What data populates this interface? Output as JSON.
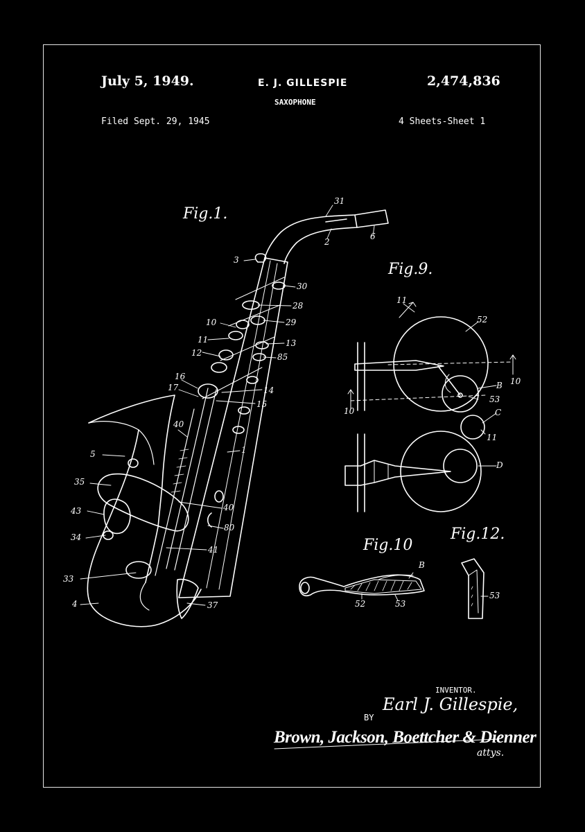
{
  "header": {
    "date": "July 5, 1949.",
    "inventor": "E. J. GILLESPIE",
    "title": "SAXOPHONE",
    "patent_number": "2,474,836",
    "filed": "Filed Sept. 29, 1945",
    "sheets": "4 Sheets-Sheet 1"
  },
  "figures": {
    "fig1": "Fig.1.",
    "fig9": "Fig.9.",
    "fig10": "Fig.10",
    "fig12": "Fig.12."
  },
  "reference_numerals": {
    "n31": "31",
    "n2": "2",
    "n6": "6",
    "n3": "3",
    "n30": "30",
    "n28": "28",
    "n10": "10",
    "n29": "29",
    "n11": "11",
    "n13": "13",
    "n12": "12",
    "n85": "85",
    "n16": "16",
    "n17": "17",
    "n14": "14",
    "n15": "15",
    "n40a": "40",
    "n5": "5",
    "n1": "1",
    "n35": "35",
    "n43": "43",
    "n40b": "40",
    "n80": "80",
    "n34": "34",
    "n41": "41",
    "n33": "33",
    "n4": "4",
    "n37": "37",
    "f9_11a": "11",
    "f9_52": "52",
    "f9_10a": "10",
    "f9_B": "B",
    "f9_10b": "10",
    "f9_53": "53",
    "f9_C": "C",
    "f9_11b": "11",
    "f9_D": "D",
    "f10_B": "B",
    "f10_52": "52",
    "f10_53": "53",
    "f12_53": "53"
  },
  "signature": {
    "inventor_label": "INVENTOR.",
    "inventor_signature": "Earl J. Gillespie,",
    "by": "BY",
    "attorneys_signature": "Brown, Jackson, Boettcher & Dienner",
    "attys": "attys."
  }
}
